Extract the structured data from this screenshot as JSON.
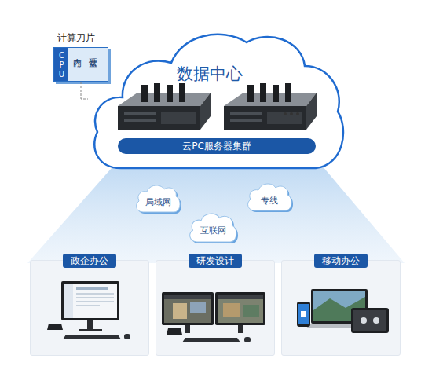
{
  "diagram": {
    "nodes": [
      {
        "text": [
          "计算刀片",
          "CPU",
          "内存",
          "硬盘"
        ]
      },
      {
        "text": [
          "数据中心"
        ]
      },
      {
        "text": [
          "云PC服务器集群"
        ],
        "in": 1
      },
      {
        "text": [
          "局域网"
        ]
      },
      {
        "text": [
          "专线"
        ]
      },
      {
        "text": [
          "互联网"
        ]
      },
      {
        "text": [
          "政企办公"
        ]
      },
      {
        "text": [
          "研发设计"
        ]
      },
      {
        "text": [
          "移动办公"
        ]
      }
    ],
    "edges": [
      {
        "from": 0,
        "to": 1,
        "arrow": "none"
      }
    ]
  }
}
